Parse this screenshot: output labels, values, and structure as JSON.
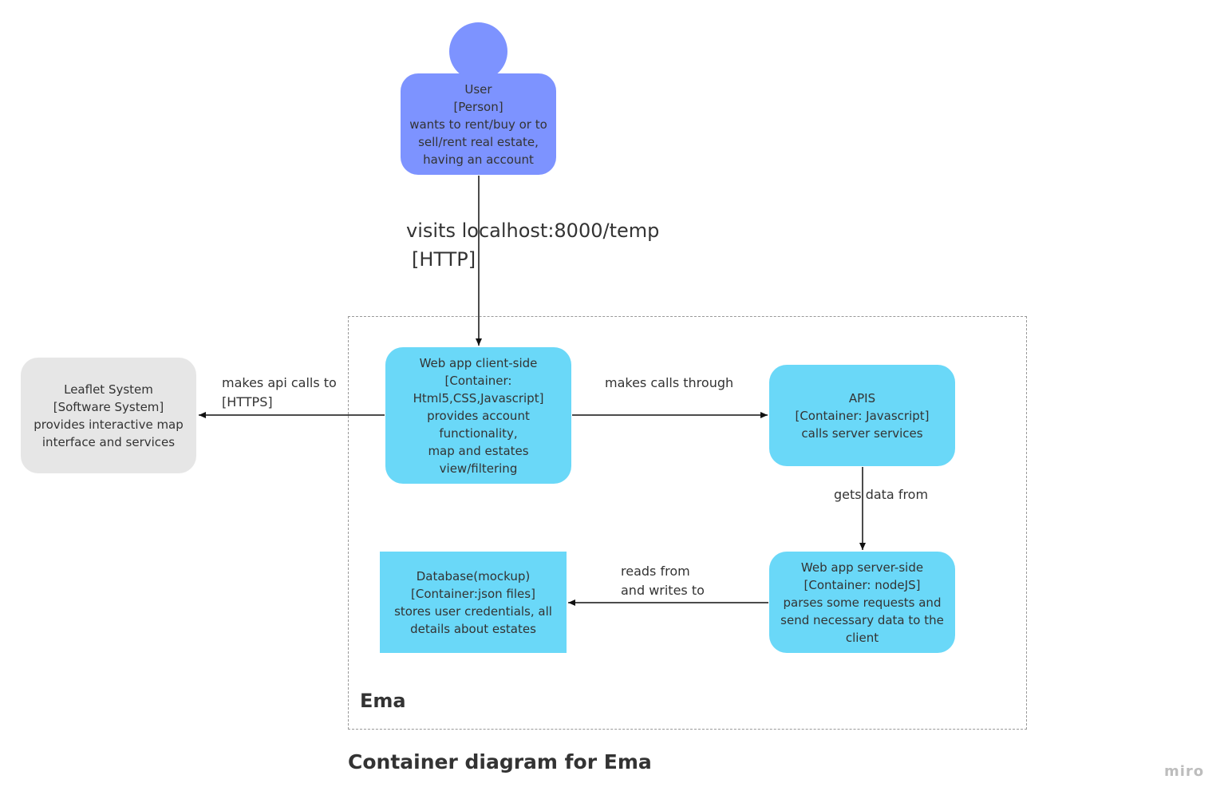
{
  "person": {
    "lines": [
      "User",
      "[Person]",
      "wants to rent/buy or to",
      "sell/rent real estate,",
      "having an account"
    ]
  },
  "client": {
    "lines": [
      "Web app client-side",
      "[Container:",
      "Html5,CSS,Javascript]",
      "provides account",
      "functionality,",
      "map and estates",
      "view/filtering"
    ]
  },
  "apis": {
    "lines": [
      "APIS",
      "[Container: Javascript]",
      "calls server services"
    ]
  },
  "server": {
    "lines": [
      "Web app server-side",
      "[Container: nodeJS]",
      "parses some requests and",
      "send necessary data to the",
      "client"
    ]
  },
  "database": {
    "lines": [
      "Database(mockup)",
      "[Container:json files]",
      "stores user credentials, all",
      "details about estates"
    ]
  },
  "leaflet": {
    "lines": [
      "Leaflet System",
      "[Software System]",
      "provides interactive map",
      "interface and services"
    ]
  },
  "edges": {
    "visits": [
      "visits localhost:8000/temp",
      "[HTTP]"
    ],
    "api_calls": [
      "makes api calls to",
      "[HTTPS]"
    ],
    "calls_through": [
      "makes calls through"
    ],
    "gets_data": [
      "gets data from"
    ],
    "reads_writes": [
      "reads from",
      "and writes to"
    ]
  },
  "boundary": {
    "label": "Ema"
  },
  "title": "Container diagram for Ema",
  "watermark": "miro",
  "colors": {
    "person": "#7d93ff",
    "container": "#6ad8f8",
    "external": "#e6e6e6"
  }
}
